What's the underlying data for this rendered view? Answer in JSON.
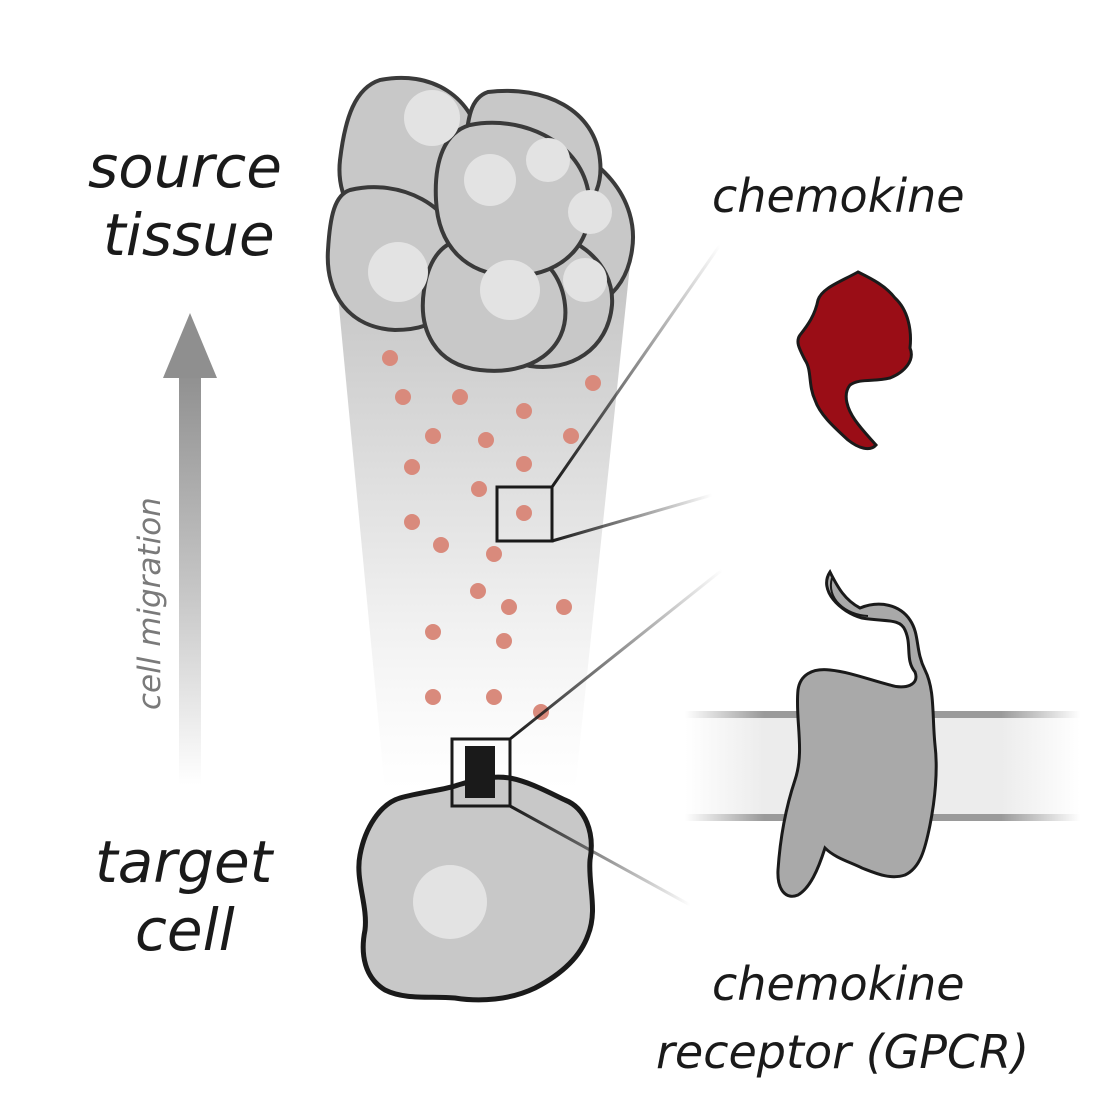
{
  "labels": {
    "source_line1": "source",
    "source_line2": "tissue",
    "target_line1": "target",
    "target_line2": "cell",
    "chemokine": "chemokine",
    "receptor_line1": "chemokine",
    "receptor_line2": "receptor (GPCR)",
    "migration": "cell migration"
  },
  "colors": {
    "cell_fill": "#c8c8c8",
    "cell_stroke": "#3a3a3a",
    "nucleus": "#e3e3e3",
    "chemokine_dot": "#d98a7c",
    "chemokine_protein": "#9a0d16",
    "receptor": "#a9a9a9",
    "arrow": "#9e9e9e"
  }
}
